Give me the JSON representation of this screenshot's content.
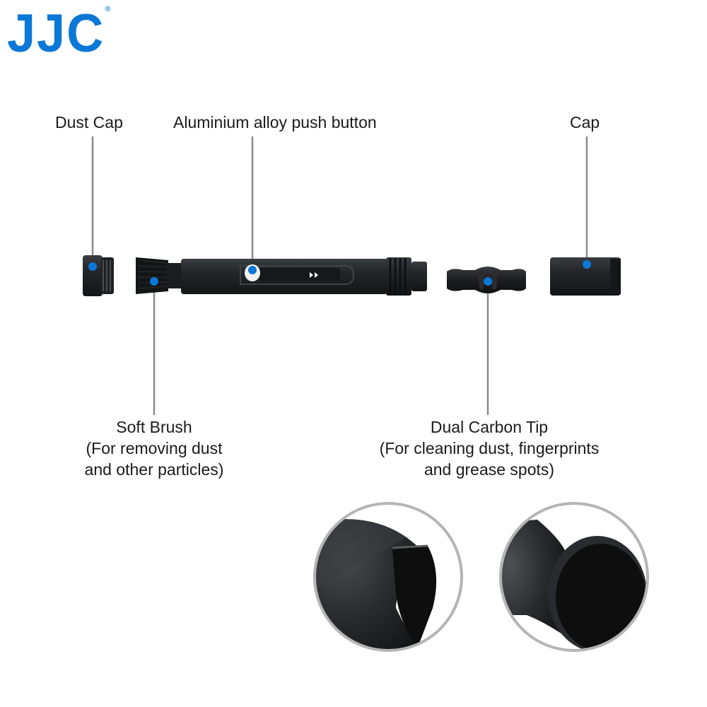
{
  "brand": {
    "logo_text": "JJC",
    "registered_mark": "®"
  },
  "colors": {
    "accent": "#0a78d6",
    "leader_line": "#8a8a8a",
    "product_dark": "#1d1f22",
    "circle_border": "#b5b5b5"
  },
  "labels": {
    "dust_cap": "Dust Cap",
    "push_button": "Aluminium alloy push button",
    "cap": "Cap",
    "soft_brush": {
      "title": "Soft Brush",
      "line2": "(For removing dust",
      "line3": "and other particles)"
    },
    "carbon_tip": {
      "title": "Dual Carbon Tip",
      "line2": "(For cleaning dust, fingerprints",
      "line3": "and grease spots)"
    }
  }
}
